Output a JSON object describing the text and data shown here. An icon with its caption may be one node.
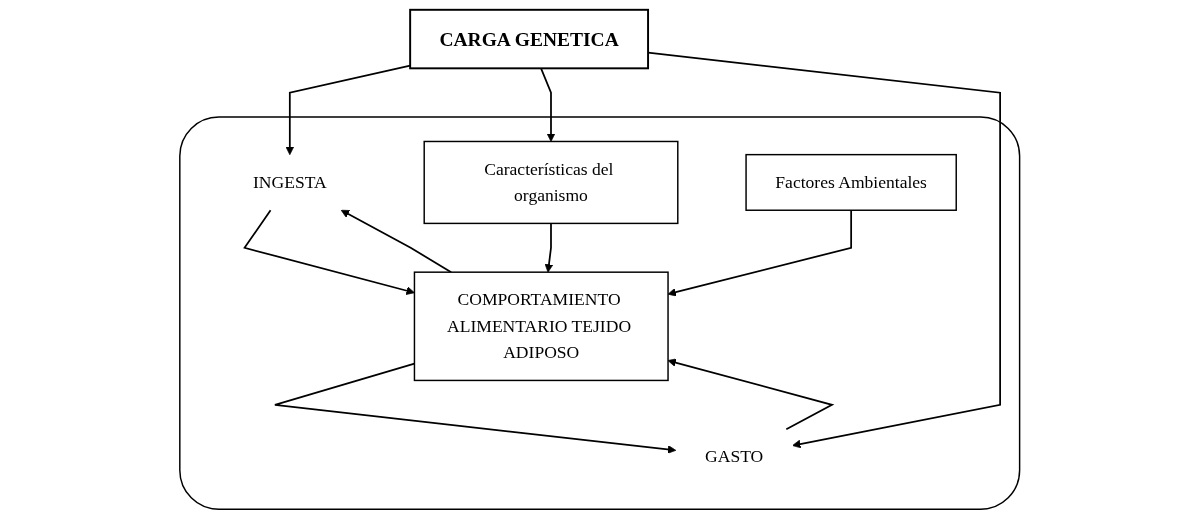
{
  "diagram": {
    "nodes": [
      {
        "text": [
          "CARGA GENETICA"
        ]
      },
      {
        "text": [],
        "shape": "box"
      },
      {
        "text": [
          "Características del organismo"
        ],
        "in": 1
      },
      {
        "text": [
          "INGESTA"
        ],
        "in": 1
      },
      {
        "text": [
          "COMPORTAMIENTO ALIMENTARIO TEJIDO ADIPOSO"
        ],
        "in": 1
      },
      {
        "text": [
          "GASTO"
        ],
        "in": 1
      },
      {
        "text": [
          "Factores Ambientales"
        ],
        "in": 1
      }
    ],
    "edges": [
      {
        "from": 0,
        "to": 3,
        "arrow": "to"
      },
      {
        "from": 0,
        "to": 2,
        "arrow": "to"
      },
      {
        "from": 0,
        "to": 5,
        "arrow": "to"
      },
      {
        "from": 2,
        "to": 4,
        "arrow": "to"
      },
      {
        "from": 3,
        "to": 4,
        "arrow": "to"
      },
      {
        "from": 4,
        "to": 3,
        "arrow": "to"
      },
      {
        "from": 4,
        "to": 5,
        "arrow": "to"
      },
      {
        "from": 5,
        "to": 4,
        "arrow": "to"
      },
      {
        "from": 6,
        "to": 4,
        "arrow": "to"
      }
    ]
  }
}
